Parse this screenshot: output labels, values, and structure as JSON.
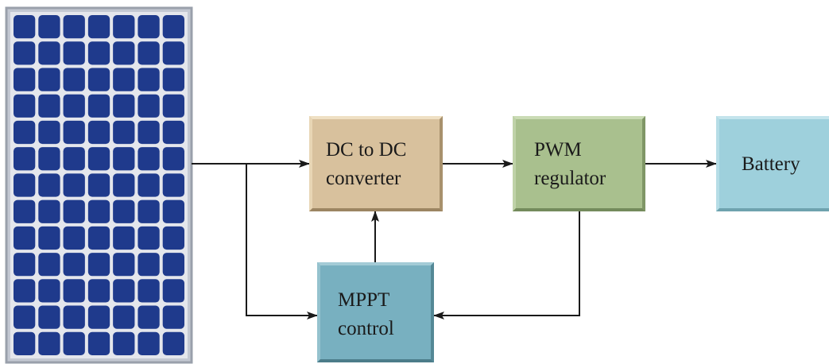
{
  "blocks": {
    "dc_converter": {
      "line1": "DC to DC",
      "line2": "converter",
      "color": "#d8c19d"
    },
    "pwm_regulator": {
      "line1": "PWM",
      "line2": "regulator",
      "color": "#a9c08e"
    },
    "battery": {
      "label": "Battery",
      "color": "#9ed0dc"
    },
    "mppt_control": {
      "line1": "MPPT",
      "line2": "control",
      "color": "#78b0c0"
    }
  },
  "solar_panel": {
    "cell_color": "#1f3a8c",
    "frame_color": "#b7bcc7",
    "rows": 13,
    "columns": 7
  },
  "colors": {
    "line": "#1a1a1a"
  }
}
